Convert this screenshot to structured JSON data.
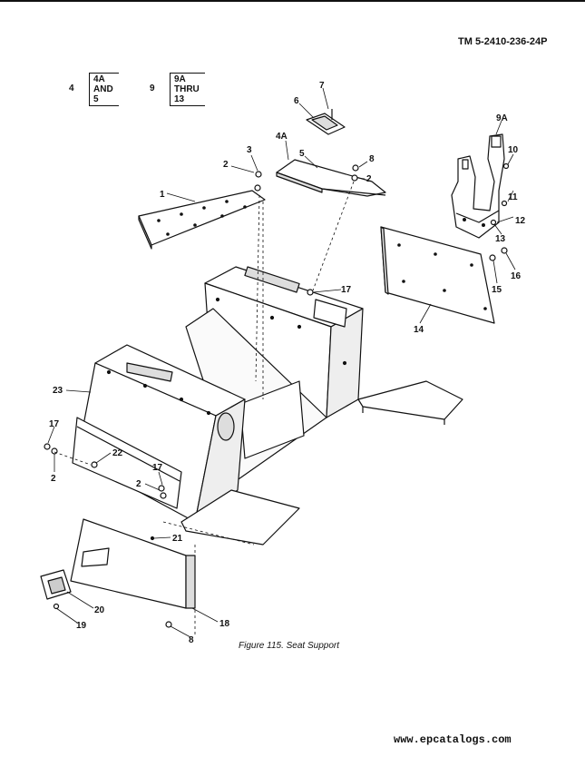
{
  "header": {
    "doc_id": "TM 5-2410-236-24P"
  },
  "refs": [
    {
      "num": "4",
      "lines": [
        "4A",
        "AND",
        "5"
      ]
    },
    {
      "num": "9",
      "lines": [
        "9A",
        "THRU",
        "13"
      ]
    }
  ],
  "callouts": {
    "c1": "1",
    "c2a": "2",
    "c3": "3",
    "c4a": "4A",
    "c5": "5",
    "c6": "6",
    "c7": "7",
    "c8": "8",
    "c2b": "2",
    "c9a": "9A",
    "c10": "10",
    "c11": "11",
    "c12": "12",
    "c13": "13",
    "c14": "14",
    "c15": "15",
    "c16": "16",
    "c17a": "17",
    "c23": "23",
    "c17b": "17",
    "c2c": "2",
    "c22": "22",
    "c17c": "17",
    "c2d": "2",
    "c21": "21",
    "c20": "20",
    "c19": "19",
    "c18": "18",
    "c8b": "8"
  },
  "caption": "Figure 115.  Seat Support",
  "footer": "www.epcatalogs.com"
}
